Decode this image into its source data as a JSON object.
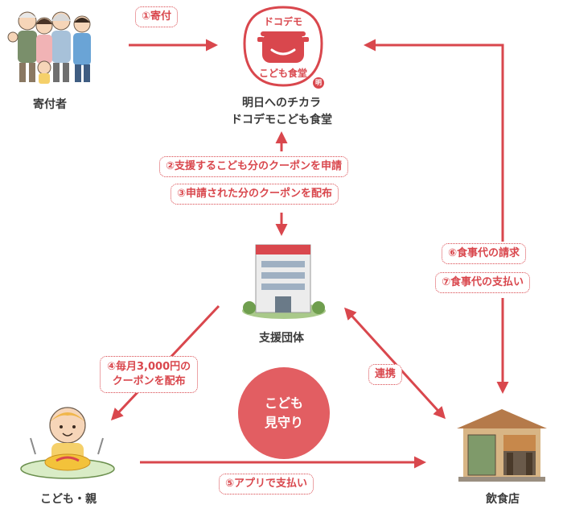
{
  "nodes": {
    "donor": "寄付者",
    "org_line1": "明日へのチカラ",
    "org_line2": "ドコデモこども食堂",
    "support_group": "支援団体",
    "child_parent": "こども・親",
    "restaurant": "飲食店"
  },
  "logo": {
    "top_text": "ドコデモ",
    "bottom_text": "こども食堂",
    "corner_mark": "明"
  },
  "steps": {
    "s1": "①寄付",
    "s2": "②支援するこども分のクーポンを申請",
    "s3": "③申請された分のクーポンを配布",
    "s4_line1": "④毎月3,000円の",
    "s4_line2": "クーポンを配布",
    "s5": "⑤アプリで支払い",
    "s6": "⑥食事代の請求",
    "s7": "⑦食事代の支払い",
    "link": "連携"
  },
  "badge": {
    "line1": "こども",
    "line2": "見守り"
  },
  "colors": {
    "accent": "#d9474d",
    "badge": "#e25e62"
  }
}
